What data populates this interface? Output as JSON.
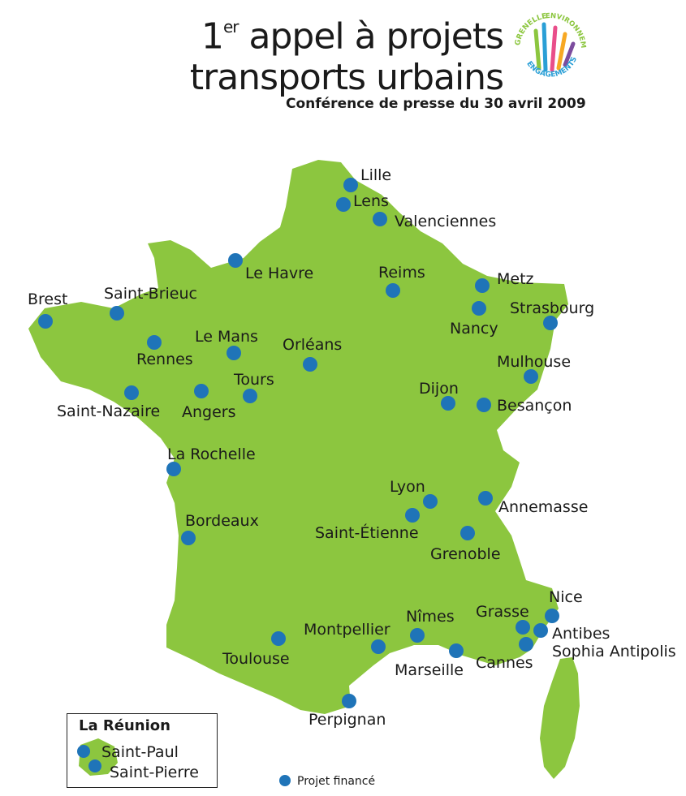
{
  "header": {
    "title_prefix": "1",
    "title_sup": "er",
    "title_line1_rest": " appel à projets",
    "title_line2": "transports urbains",
    "subtitle": "Conférence de presse du 30 avril 2009"
  },
  "logo": {
    "words": [
      "GRENELLE",
      "ENVIRONNEMENT",
      "ENGAGEMENTS"
    ],
    "colors": [
      "#8cc63f",
      "#2a9fd6",
      "#e94e8a",
      "#f7a823",
      "#7c4c9e"
    ]
  },
  "map": {
    "land_color": "#8cc63f",
    "dot_color": "#1f74b8",
    "cities": [
      "Lille",
      "Lens",
      "Valenciennes",
      "Le Havre",
      "Reims",
      "Metz",
      "Brest",
      "Saint-Brieuc",
      "Nancy",
      "Strasbourg",
      "Rennes",
      "Le Mans",
      "Orléans",
      "Mulhouse",
      "Tours",
      "Dijon",
      "Saint-Nazaire",
      "Angers",
      "Besançon",
      "La Rochelle",
      "Lyon",
      "Annemasse",
      "Bordeaux",
      "Saint-Étienne",
      "Grenoble",
      "Nice",
      "Grasse",
      "Nîmes",
      "Montpellier",
      "Antibes",
      "Sophia Antipolis",
      "Toulouse",
      "Cannes",
      "Marseille",
      "Perpignan"
    ]
  },
  "reunion": {
    "title": "La Réunion",
    "cities": [
      "Saint-Paul",
      "Saint-Pierre"
    ]
  },
  "legend": {
    "label": "Projet financé"
  }
}
